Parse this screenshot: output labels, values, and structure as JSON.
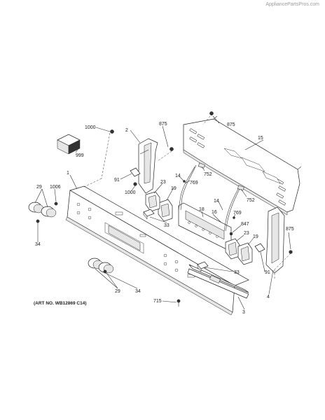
{
  "watermark": "AppliancePartsPros.com",
  "art_number": "(ART NO. WB12869 C14)",
  "callouts": {
    "c1000a": "1000",
    "c999": "999",
    "c2": "2",
    "c875a": "875",
    "c875b": "875",
    "c15": "15",
    "c1": "1",
    "c29a": "29",
    "c1006": "1006",
    "c91a": "91",
    "c1000b": "1000",
    "c23a": "23",
    "c19a": "19",
    "c14a": "14",
    "c752a": "752",
    "c769a": "769",
    "c14b": "14",
    "c752b": "752",
    "c18": "18",
    "c16": "16",
    "c769b": "769",
    "c847": "847",
    "c23b": "23",
    "c19b": "19",
    "c875c": "875",
    "c34a": "34",
    "c33a": "33",
    "c91b": "91",
    "c33b": "33",
    "c29b": "29",
    "c34b": "34",
    "c4": "4",
    "c715": "715",
    "c3": "3"
  }
}
